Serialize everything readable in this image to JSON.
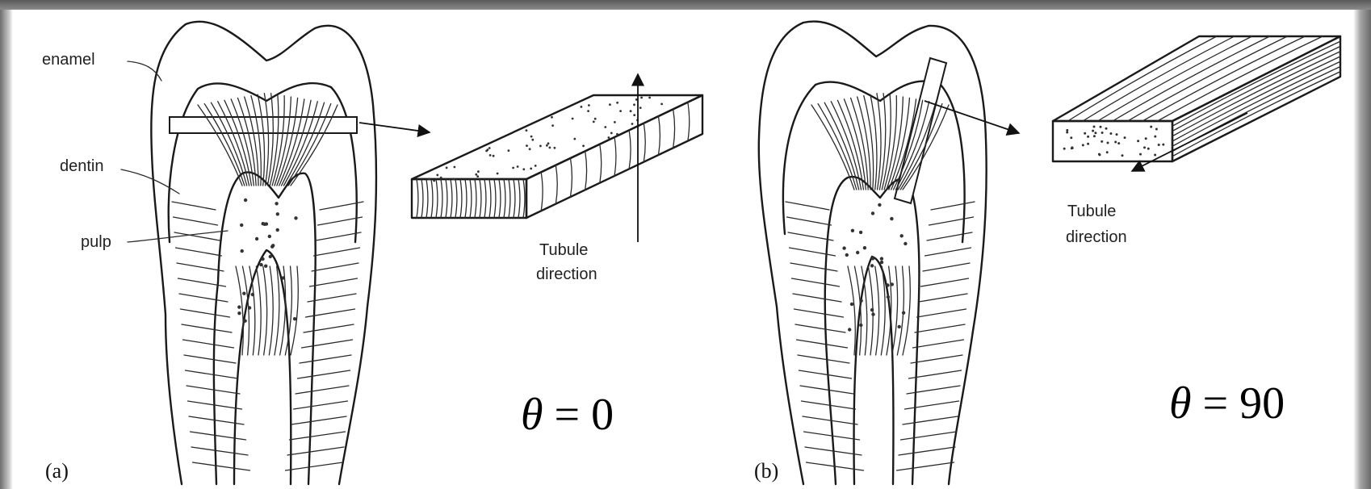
{
  "labels": {
    "enamel": "enamel",
    "dentin": "dentin",
    "pulp": "pulp",
    "tubule_a_line1": "Tubule",
    "tubule_a_line2": "direction",
    "tubule_b_line1": "Tubule",
    "tubule_b_line2": "direction",
    "panel_a": "(a)",
    "panel_b": "(b)",
    "theta_a_symbol": "θ",
    "theta_a_value": " = 0",
    "theta_b_symbol": "θ",
    "theta_b_value": " = 90"
  },
  "icons": {
    "tooth_a": "tooth-cross-section-icon",
    "tooth_b": "tooth-cross-section-icon",
    "specimen_a": "dentin-specimen-block-icon",
    "specimen_b": "dentin-specimen-bar-icon"
  },
  "colors": {
    "frame_dark": "#5a5a5a",
    "line": "#1a1a1a",
    "background": "#ffffff"
  }
}
